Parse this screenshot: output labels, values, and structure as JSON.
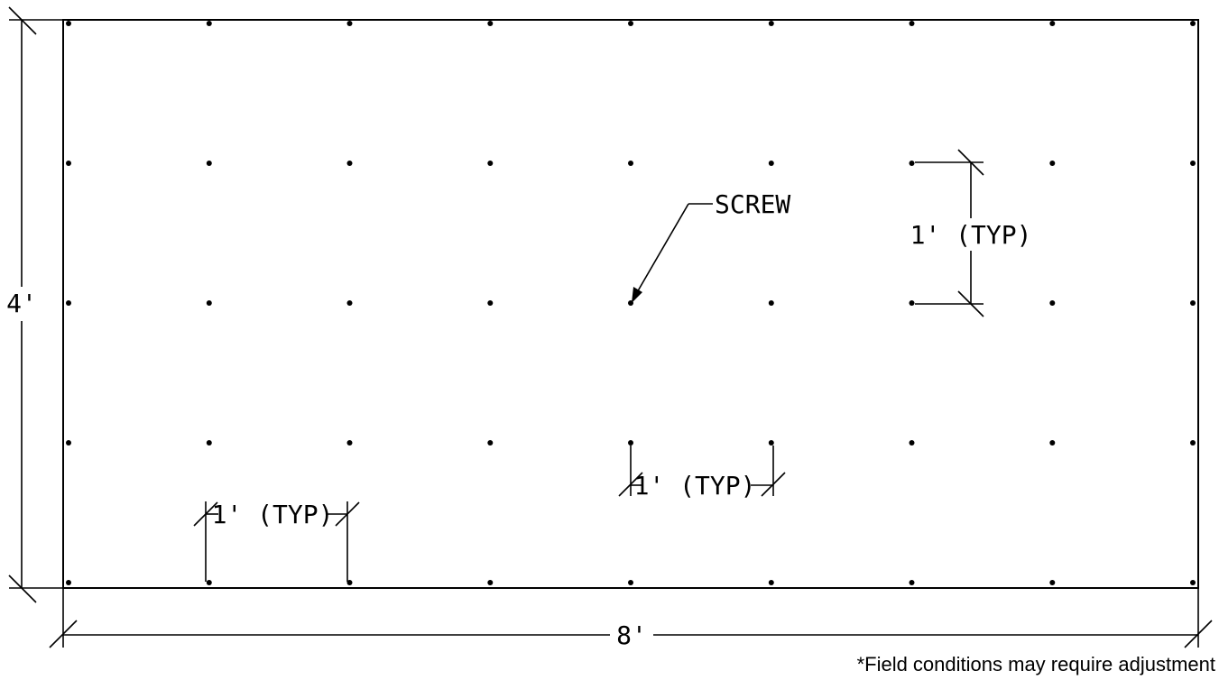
{
  "panel": {
    "width_label": "8'",
    "height_label": "4'",
    "columns": 9,
    "rows": 5
  },
  "callouts": {
    "screw_label": "SCREW",
    "vertical_spacing_label": "1' (TYP)",
    "horizontal_spacing_label_middle": "1' (TYP)",
    "horizontal_spacing_label_bottom": "1' (TYP)"
  },
  "note": "*Field conditions may require adjustment",
  "colors": {
    "line": "#000000",
    "background": "#ffffff"
  }
}
